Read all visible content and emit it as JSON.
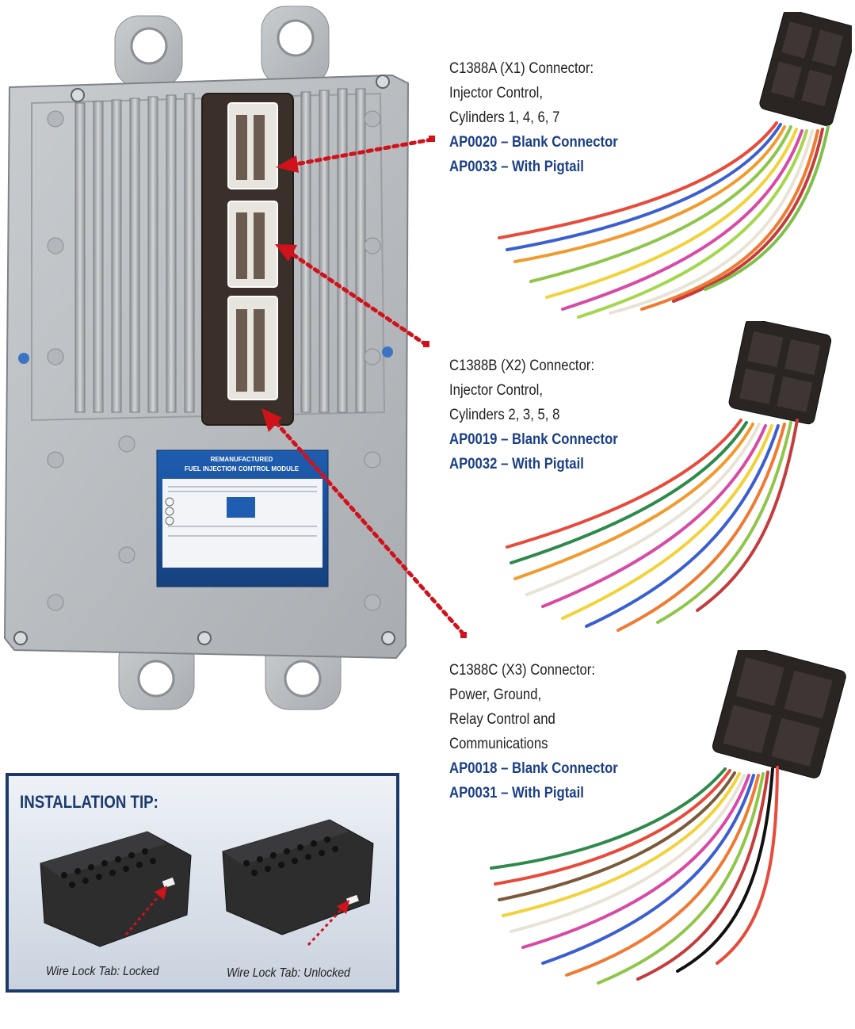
{
  "module_label": {
    "title_line1": "REMANUFACTURED",
    "title_line2": "FUEL INJECTION CONTROL MODULE"
  },
  "connectors": [
    {
      "lines": [
        "C1388A (X1) Connector:",
        "Injector Control,",
        "Cylinders 1, 4, 6, 7"
      ],
      "parts": [
        "AP0020 – Blank Connector",
        "AP0033 – With Pigtail"
      ]
    },
    {
      "lines": [
        "C1388B (X2) Connector:",
        "Injector Control,",
        "Cylinders 2, 3, 5, 8"
      ],
      "parts": [
        "AP0019 – Blank Connector",
        "AP0032 – With Pigtail"
      ]
    },
    {
      "lines": [
        "C1388C (X3) Connector:",
        "Power, Ground,",
        "Relay Control and",
        "Communications"
      ],
      "parts": [
        "AP0018 – Blank Connector",
        "AP0031 – With Pigtail"
      ]
    }
  ],
  "installation_tip": {
    "title": "INSTALLATION TIP:",
    "locked_caption": "Wire Lock Tab: Locked",
    "unlocked_caption": "Wire Lock Tab: Unlocked"
  },
  "colors": {
    "part_number": "#1b3f86",
    "tip_border": "#1b3a6b",
    "arrow": "#d0121b",
    "module_body": "#b9bcbf"
  }
}
